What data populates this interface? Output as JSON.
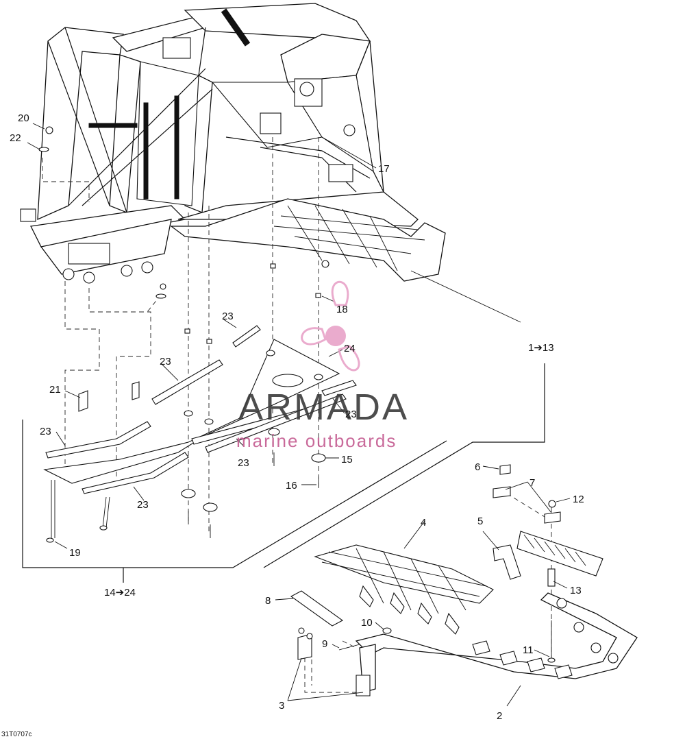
{
  "drawing_code": "31T0707c",
  "watermark": {
    "brand": "ARMADA",
    "tagline": "marine outboards",
    "accent_color": "#e8a3c8",
    "text_color": "#3a3a3a"
  },
  "callouts": {
    "c1_13": "1➔13",
    "c2": "2",
    "c3": "3",
    "c4": "4",
    "c5": "5",
    "c6": "6",
    "c7": "7",
    "c8": "8",
    "c9": "9",
    "c10": "10",
    "c11": "11",
    "c12": "12",
    "c13": "13",
    "c14_24": "14➔24",
    "c15": "15",
    "c16": "16",
    "c17": "17",
    "c18": "18",
    "c19": "19",
    "c20": "20",
    "c21": "21",
    "c22": "22",
    "c23": "23",
    "c24": "24"
  }
}
